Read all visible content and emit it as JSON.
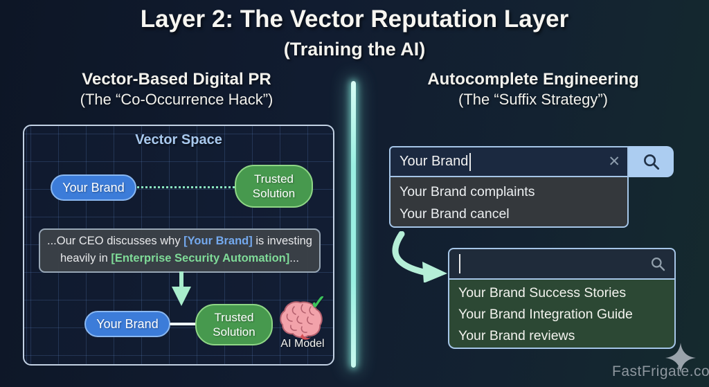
{
  "title": {
    "main": "Layer 2: The Vector Reputation Layer",
    "subtitle": "(Training the AI)"
  },
  "left": {
    "heading": "Vector-Based Digital PR",
    "subheading": "(The “Co-Occurrence Hack”)",
    "panel_label": "Vector Space",
    "top_row": {
      "brand_pill": "Your Brand",
      "solution_pill": "Trusted Solution"
    },
    "quote": {
      "p1": "...Our CEO discusses why ",
      "brand": "[Your Brand]",
      "p2": " is investing heavily in ",
      "topic": "[Enterprise Security Automation]",
      "p3": "..."
    },
    "bottom_row": {
      "brand_pill": "Your Brand",
      "solution_pill": "Trusted Solution"
    },
    "ai_model_label": "AI Model",
    "check_mark": "✓"
  },
  "right": {
    "heading": "Autocomplete Engineering",
    "subheading": "(The “Suffix Strategy”)",
    "search_before": {
      "value": "Your Brand",
      "clear_icon": "✕",
      "suggestions": [
        "Your Brand complaints",
        "Your Brand cancel"
      ]
    },
    "search_after": {
      "value": "",
      "suggestions": [
        "Your Brand Success Stories",
        "Your Brand Integration Guide",
        "Your Brand reviews"
      ]
    }
  },
  "watermark": {
    "text": "FastFrigate.com"
  },
  "colors": {
    "accent_mint": "#a9edcc",
    "divider_glow": "#9af0e2",
    "pill_blue": "#3c7cd9",
    "pill_green": "#47994e",
    "search_button_blue": "#accdf1",
    "suggestion_green_bg": "#2c4834",
    "brand_highlight": "#74a9ee",
    "topic_highlight": "#7fdb98"
  }
}
